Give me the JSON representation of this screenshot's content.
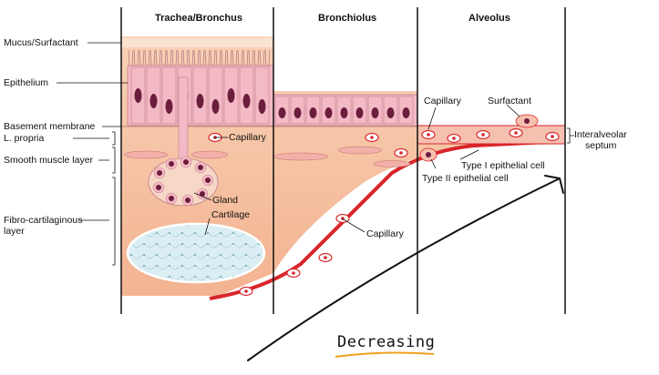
{
  "columns": [
    "Trachea/Bronchus",
    "Bronchiolus",
    "Alveolus"
  ],
  "layer_labels": {
    "mucus": "Mucus/Surfactant",
    "epithelium": "Epithelium",
    "basement": "Basement membrane",
    "propria": "L. propria",
    "smooth_muscle": "Smooth muscle layer",
    "fibro_line1": "Fibro-cartilaginous",
    "fibro_line2": "layer"
  },
  "structure_labels": {
    "capillary_trachea": "Capillary",
    "gland": "Gland",
    "cartilage": "Cartilage",
    "capillary_bronchiolus": "Capillary",
    "capillary_alveolus": "Capillary",
    "surfactant": "Surfactant",
    "type1": "Type I epithelial cell",
    "type2": "Type II epithelial cell",
    "septum_line1": "Interalveolar",
    "septum_line2": "septum"
  },
  "annotation": {
    "text": "Decreasing",
    "underline_color": "#f0a020"
  },
  "colors": {
    "tissue": "#f6c7a6",
    "tissue_dark": "#f0a883",
    "epithelium": "#f3b9c4",
    "nucleus": "#6b1d3d",
    "blood": "#d9252a",
    "cartilage": "#dceef2"
  }
}
